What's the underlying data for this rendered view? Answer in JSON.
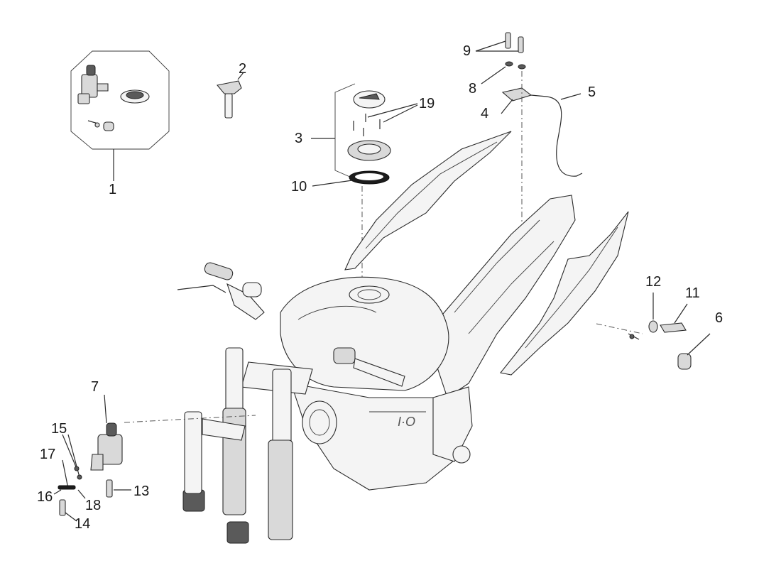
{
  "callouts": {
    "c1": "1",
    "c2": "2",
    "c3": "3",
    "c4": "4",
    "c5": "5",
    "c6": "6",
    "c7": "7",
    "c8": "8",
    "c9": "9",
    "c10": "10",
    "c11": "11",
    "c12": "12",
    "c13": "13",
    "c14": "14",
    "c15": "15",
    "c16": "16",
    "c17": "17",
    "c18": "18",
    "c19": "19"
  },
  "colors": {
    "line": "#2a2a2a",
    "fill_light": "#d9d9d9",
    "fill_dark": "#5a5a5a"
  }
}
